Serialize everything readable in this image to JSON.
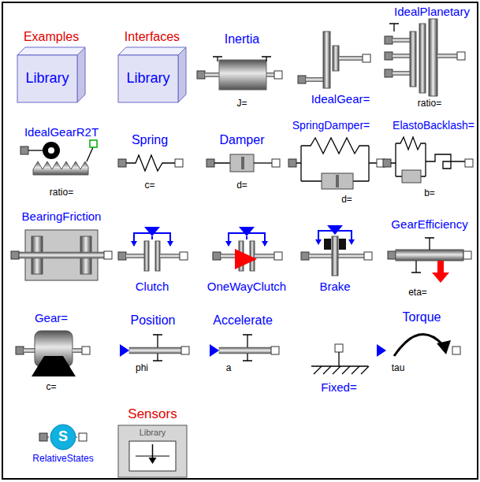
{
  "diagram": {
    "nodes": [
      {
        "text": [
          "Examples",
          "Library"
        ]
      },
      {
        "text": [
          "Interfaces",
          "Library"
        ]
      },
      {
        "text": [
          "S",
          "RelativeStates"
        ]
      },
      {
        "text": [
          "Sensors",
          "Library"
        ]
      }
    ],
    "labels": [
      "Inertia",
      "J=",
      "IdealGear=",
      "IdealPlanetary",
      "ratio=",
      "IdealGearR2T",
      "ratio=",
      "Spring",
      "c=",
      "Damper",
      "d=",
      "SpringDamper=",
      "d=",
      "ElastoBacklash=",
      "b=",
      "BearingFriction",
      "Clutch",
      "OneWayClutch",
      "Brake",
      "GearEfficiency",
      "eta=",
      "Gear=",
      "c=",
      "Position",
      "phi",
      "Accelerate",
      "a",
      "Fixed=",
      "Torque",
      "tau"
    ]
  }
}
